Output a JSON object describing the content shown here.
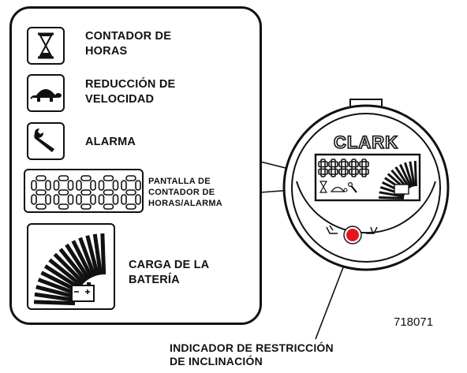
{
  "legend": {
    "items": [
      {
        "icon": "hourglass-icon",
        "label": "CONTADOR DE\nHORAS"
      },
      {
        "icon": "turtle-icon",
        "label": "REDUCCIÓN DE\nVELOCIDAD"
      },
      {
        "icon": "wrench-icon",
        "label": "ALARMA"
      }
    ],
    "display": {
      "digits": "88888",
      "label": "PANTALLA DE\nCONTADOR DE\nHORAS/ALARMA"
    },
    "battery": {
      "icon": "battery-icon",
      "label": "CARGA DE LA\nBATERÍA"
    }
  },
  "gauge": {
    "brand": "CLARK",
    "digits": "88888",
    "indicator_color": "#e8141b"
  },
  "reference_number": "718071",
  "caption": "INDICADOR DE RESTRICCIÓN\nDE INCLINACIÓN"
}
